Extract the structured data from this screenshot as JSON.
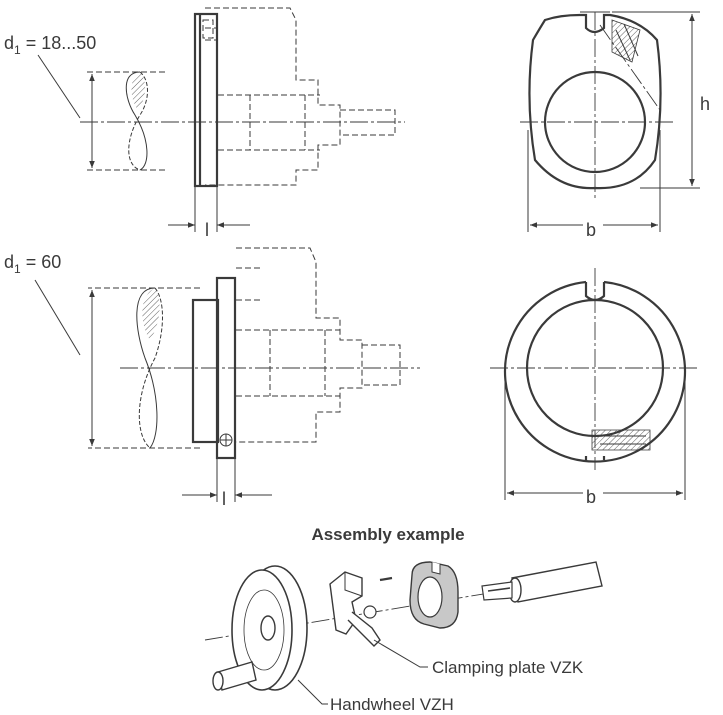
{
  "labels": {
    "d1_top_prefix": "d",
    "d1_top_sub": "1",
    "d1_top_value": " = 18...50",
    "d1_bottom_prefix": "d",
    "d1_bottom_sub": "1",
    "d1_bottom_value": " = 60",
    "dim_l_top": "l",
    "dim_l_bottom": "l",
    "dim_b_top": "b",
    "dim_b_bottom": "b",
    "dim_h": "h",
    "assembly_title": "Assembly example",
    "callout_clamping": "Clamping plate VZK",
    "callout_handwheel": "Handwheel VZH"
  },
  "colors": {
    "line": "#3a3a3a",
    "part_fill": "#c8c8c8",
    "background": "#ffffff"
  }
}
